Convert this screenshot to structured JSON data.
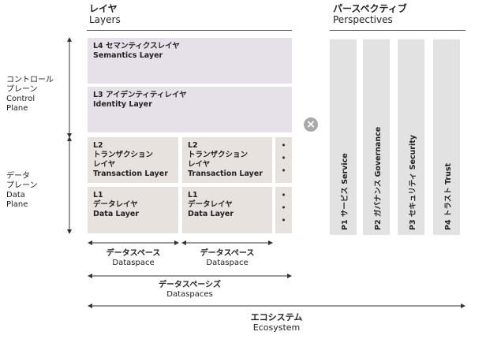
{
  "layers_header": {
    "jp": "レイヤ",
    "en": "Layers"
  },
  "perspectives_header": {
    "jp": "パースペクティブ",
    "en": "Perspectives"
  },
  "control_plane": {
    "jp1": "コントロール",
    "jp2": "プレーン",
    "en1": "Control",
    "en2": "Plane"
  },
  "data_plane": {
    "jp1": "データ",
    "jp2": "プレーン",
    "en1": "Data",
    "en2": "Plane"
  },
  "l4": {
    "jp": "L4 セマンティクスレイヤ",
    "en": "Semantics Layer"
  },
  "l3": {
    "jp": "L3 アイデンティティレイヤ",
    "en": "Identity Layer"
  },
  "l2a": {
    "num": "L2",
    "jp1": "トランザクション",
    "jp2": "レイヤ",
    "en": "Transaction Layer"
  },
  "l2b": {
    "num": "L2",
    "jp1": "トランザクション",
    "jp2": "レイヤ",
    "en": "Transaction Layer"
  },
  "l1a": {
    "num": "L1",
    "jp": "データレイヤ",
    "en": "Data Layer"
  },
  "l1b": {
    "num": "L1",
    "jp": "データレイヤ",
    "en": "Data Layer"
  },
  "ellipsis_glyph": "•",
  "times_symbol": "×",
  "perspectives": [
    {
      "label": "P1 サービス Service"
    },
    {
      "label": "P2 ガバナンス Governance"
    },
    {
      "label": "P3 セキュリティ Security"
    },
    {
      "label": "P4 トラスト Trust"
    }
  ],
  "dataspace_a": {
    "jp": "データスペース",
    "en": "Dataspace"
  },
  "dataspace_b": {
    "jp": "データスペース",
    "en": "Dataspace"
  },
  "dataspaces": {
    "jp": "データスペーシズ",
    "en": "Dataspaces"
  },
  "ecosystem": {
    "jp": "エコシステム",
    "en": "Ecosystem"
  },
  "colors": {
    "layer_fill": "#e6e0e9",
    "cell_fill": "#e8e2de",
    "perspective_fill": "#e2e2e2",
    "times_circle": "#a9a9a9"
  }
}
